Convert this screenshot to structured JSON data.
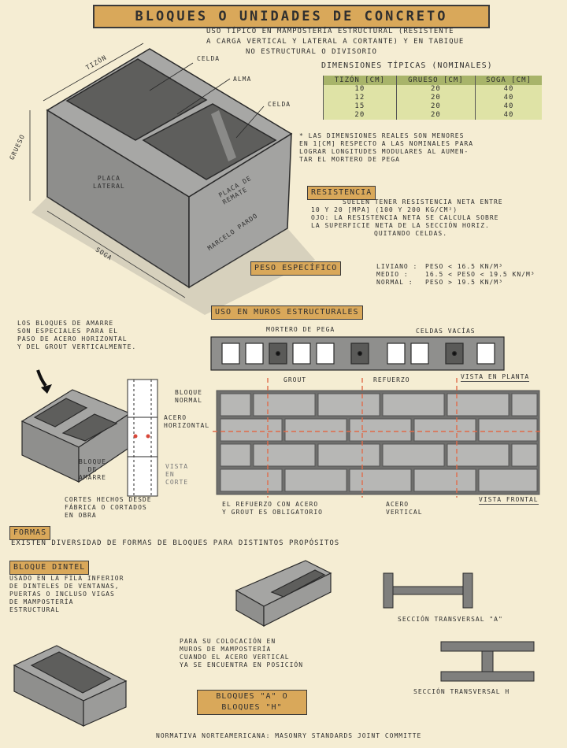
{
  "title": "Bloques o unidades de concreto",
  "intro": {
    "line1": "Uso típico en mampostería estructural (resistente",
    "line2": "a carga vertical y lateral a cortante) y en tabique",
    "line3": "no estructural o divisorio"
  },
  "block_labels": {
    "tizon": "Tizón",
    "grueso": "Grueso",
    "soga": "Soga",
    "celda_top": "Celda",
    "alma": "Alma",
    "celda_right": "Celda",
    "placa_lateral_1": "Placa",
    "placa_lateral_2": "Lateral",
    "placa_remate_1": "Placa de",
    "placa_remate_2": "Remate",
    "signature": "Marcelo Pardo"
  },
  "dimensions": {
    "title": "Dimensiones típicas (nominales)",
    "headers": [
      "Tizón [cm]",
      "Grueso [cm]",
      "Soga [cm]"
    ],
    "rows": [
      [
        "10",
        "20",
        "40"
      ],
      [
        "12",
        "20",
        "40"
      ],
      [
        "15",
        "20",
        "40"
      ],
      [
        "20",
        "20",
        "40"
      ]
    ],
    "note1": "* Las dimensiones reales son menores",
    "note2": "en 1[cm] respecto a las nominales para",
    "note3": "lograr longitudes modulares al aumen-",
    "note4": "tar el mortero de pega"
  },
  "resistencia": {
    "tag": "Resistencia",
    "line1": "Suelen tener resistencia neta entre",
    "line2": "10 y 20 [MPa] (100 y 200 kg/cm²)",
    "line3": "Ojo: la resistencia neta se calcula sobre",
    "line4": "la superficie neta de la sección horiz.",
    "line5": "quitando celdas."
  },
  "peso": {
    "tag": "Peso específico",
    "rows": [
      {
        "label": "Liviano :",
        "value": "Peso < 16.5 kN/m³"
      },
      {
        "label": "Medio :",
        "value": "16.5 < Peso < 19.5 kN/m³"
      },
      {
        "label": "Normal :",
        "value": "Peso > 19.5 kN/m³"
      }
    ]
  },
  "muros": {
    "tag": "Uso en muros estructurales",
    "mortero": "Mortero de pega",
    "celdas_vacias": "Celdas vacías",
    "grout": "Grout",
    "refuerzo": "Refuerzo",
    "vista_planta": "Vista en planta",
    "vista_frontal": "Vista frontal",
    "nota1": "El refuerzo con acero",
    "nota2": "y grout es obligatorio",
    "acero_vertical_1": "Acero",
    "acero_vertical_2": "vertical"
  },
  "amarre": {
    "line1": "Los bloques de amarre",
    "line2": "son especiales para el",
    "line3": "paso de acero horizontal",
    "line4": "y del grout verticalmente.",
    "bloque_normal_1": "Bloque",
    "bloque_normal_2": "normal",
    "acero_horizontal_1": "Acero",
    "acero_horizontal_2": "horizontal",
    "bloque_amarre_1": "Bloque",
    "bloque_amarre_2": "de",
    "bloque_amarre_3": "amarre",
    "vista_corte_1": "Vista",
    "vista_corte_2": "en",
    "vista_corte_3": "corte",
    "cortes1": "Cortes hechos desde",
    "cortes2": "fábrica o cortados",
    "cortes3": "en obra"
  },
  "formas": {
    "tag": "Formas",
    "line": "Existen diversidad de formas de bloques para distintos propósitos"
  },
  "dintel": {
    "tag": "Bloque dintel",
    "line1": "Usado en la fila inferior",
    "line2": "de dinteles de ventanas,",
    "line3": "puertas o incluso vigas",
    "line4": "de mampostería",
    "line5": "estructural"
  },
  "secciones": {
    "a": "Sección transversal \"A\"",
    "h": "Sección transversal H"
  },
  "colocacion": {
    "line1": "Para su colocación en",
    "line2": "muros de mampostería",
    "line3": "cuando el acero vertical",
    "line4": "ya se encuentra en posición",
    "tag1": "Bloques \"A\" o",
    "tag2": "bloques \"H\""
  },
  "footer": "Normativa norteamericana: Masonry Standards Joint Committe"
}
